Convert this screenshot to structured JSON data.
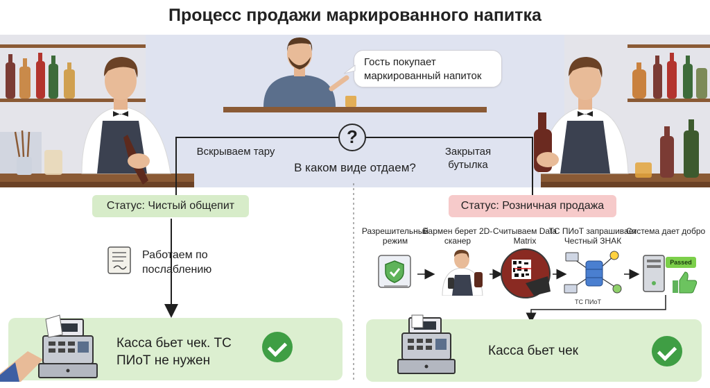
{
  "title": "Процесс продажи маркированного напитка",
  "guest_speech": "Гость покупает маркированный напиток",
  "question_mark": "?",
  "question": "В каком виде отдаем?",
  "left_branch": {
    "label": "Вскрываем тару",
    "status": "Статус: Чистый общепит",
    "note": "Работаем по послаблению",
    "result": "Касса бьет чек. ТС ПИоТ не нужен"
  },
  "right_branch": {
    "label": "Закрытая бутылка",
    "status": "Статус: Розничная продажа",
    "steps": [
      "Разрешительный режим",
      "Бармен берет 2D-сканер",
      "Считываем Data Matrix",
      "ТС ПИоТ запрашивает Честный ЗНАК",
      "Система дает добро"
    ],
    "tc_label": "ТС ПИоТ",
    "passed_badge": "Passed",
    "result": "Касса бьет чек"
  },
  "colors": {
    "accent_green": "#3f9e44",
    "status_green_bg": "#d7ecc9",
    "status_red_bg": "#f6caca",
    "result_bg": "#dcefd0",
    "question_bg": "#dfe3ef"
  },
  "icons": [
    "bartender",
    "guest",
    "question-icon",
    "document-icon",
    "cash-register",
    "shield-check-icon",
    "scanner-icon",
    "datamatrix-icon",
    "server-icon",
    "pc-tower-icon",
    "thumbs-up-icon",
    "check-icon"
  ]
}
